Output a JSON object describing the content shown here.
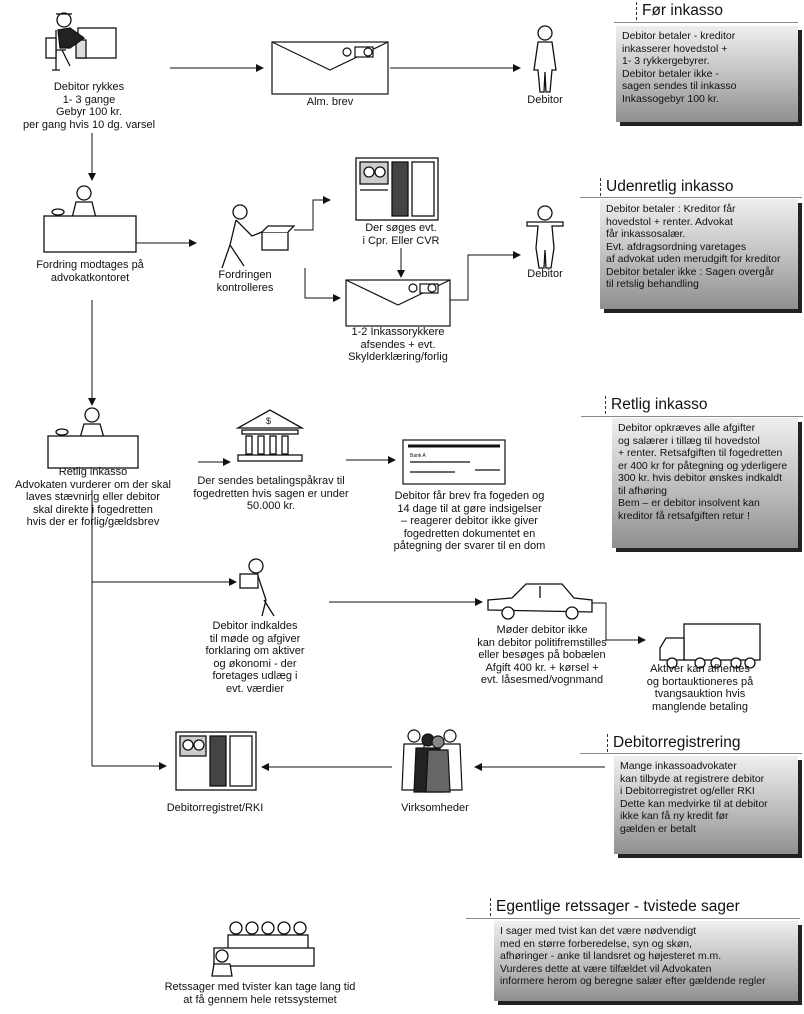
{
  "sections": {
    "for_inkasso": "Før inkasso",
    "udenretlig": "Udenretlig inkasso",
    "retlig": "Retlig inkasso",
    "debitorregistrering": "Debitorregistrering",
    "egentlige": "Egentlige retssager  - tvistede sager"
  },
  "boxes": {
    "for_inkasso": "Debitor betaler - kreditor\ninkasserer hovedstol +\n1- 3 rykkergebyrer.\nDebitor betaler ikke -\nsagen sendes til inkasso\nInkassogebyr 100 kr.",
    "udenretlig": "Debitor betaler : Kreditor får\nhovedstol + renter. Advokat\nfår inkassosalær.\nEvt. afdragsordning varetages\naf advokat uden merudgift for kreditor\nDebitor betaler ikke : Sagen overgår\ntil retslig behandling",
    "retlig": "Debitor opkræves alle afgifter\nog salærer i tillæg til hovedstol\n+ renter. Retsafgiften til fogedretten\ner 400 kr for påtegning og yderligere\n300 kr. hvis debitor ønskes indkaldt\ntil afhøring\nBem – er debitor insolvent kan\nkreditor få retsafgiften retur !",
    "debitorregistrering": "Mange inkassoadvokater\nkan tilbyde at registrere debitor\ni Debitorregistret og/eller RKI\nDette kan medvirke til at debitor\nikke kan få ny kredit før\ngælden er betalt",
    "egentlige": "I sager med tvist kan det være nødvendigt\nmed en større forberedelse, syn og skøn,\nafhøringer - anke til landsret og højesteret m.m.\nVurderes dette at være tilfældet vil Advokaten\ninformere herom og beregne salær efter gældende regler"
  },
  "captions": {
    "rykkes": "Debitor rykkes\n1- 3 gange\nGebyr 100 kr.\nper gang hvis 10 dg. varsel",
    "alm_brev": "Alm. brev",
    "debitor1": "Debitor",
    "fordring": "Fordring modtages  på\nadvokatkontoret",
    "kontrolleres": "Fordringen\nkontrolleres",
    "soeges": "Der søges evt.\ni Cpr. Eller CVR",
    "debitor2": "Debitor",
    "inkassorykkere": "1-2 Inkassorykkere\nafsendes + evt.\nSkylderklæring/forlig",
    "retlig_inkasso": "Retlig inkasso\nAdvokaten vurderer om der skal\nlaves stævning eller debitor\nskal direkte i fogedretten\nhvis der er forlig/gældsbrev",
    "betalingspaakrav": "Der sendes betalingspåkrav til\nfogedretten hvis sagen er under\n50.000 kr.",
    "brev_fogeden": "Debitor får brev fra fogeden og\n14 dage til at gøre indsigelser\n– reagerer debitor ikke giver\nfogedretten dokumentet en\npåtegning der svarer til en dom",
    "indkaldes": "Debitor indkaldes\ntil møde og afgiver\nforklaring om aktiver\nog økonomi - der\nforetages udlæg i\nevt. værdier",
    "moeder": "Møder debitor ikke\nkan debitor politifremstilles\neller besøges på bobælen\nAfgift 400 kr. + kørsel +\nevt. låsesmed/vognmand",
    "aktiver": "Aktiver kan afhentes\nog bortauktioneres på\ntvangsauktion hvis\nmanglende betaling",
    "debitorregistret": "Debitorregistret/RKI",
    "virksomheder": "Virksomheder",
    "retssager": "Retssager med tvister kan tage lang tid\nat få gennem hele retssystemet"
  },
  "icons": {
    "letter_code": "Bank A",
    "bank_symbol": "$"
  }
}
